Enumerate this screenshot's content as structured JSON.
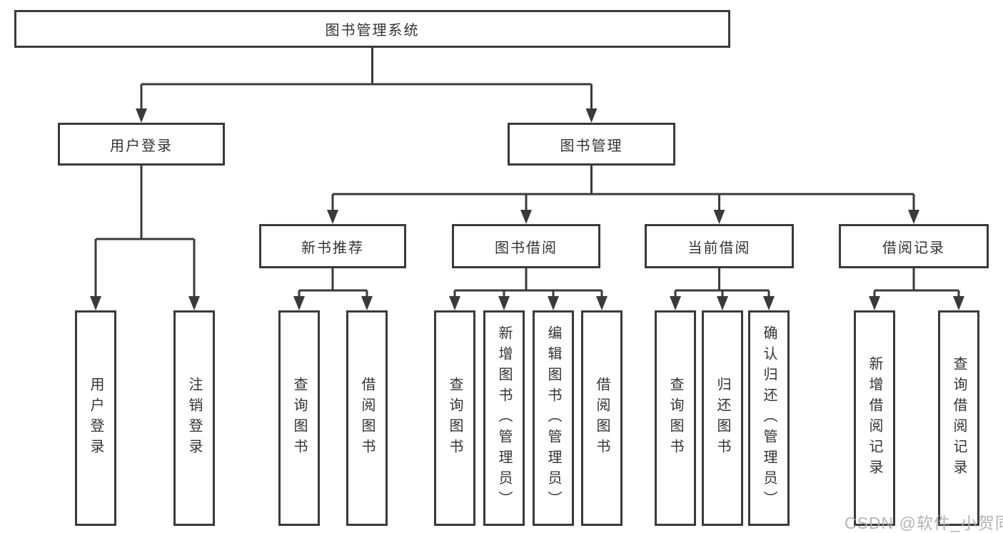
{
  "tree": {
    "label": "图书管理系统",
    "children": [
      {
        "label": "用户登录",
        "children": [
          {
            "label": "用户登录"
          },
          {
            "label": "注销登录"
          }
        ]
      },
      {
        "label": "图书管理",
        "children": [
          {
            "label": "新书推荐",
            "children": [
              {
                "label": "查询图书"
              },
              {
                "label": "借阅图书"
              }
            ]
          },
          {
            "label": "图书借阅",
            "children": [
              {
                "label": "查询图书"
              },
              {
                "label": "新增图书（管理员）"
              },
              {
                "label": "编辑图书（管理员）"
              },
              {
                "label": "借阅图书"
              }
            ]
          },
          {
            "label": "当前借阅",
            "children": [
              {
                "label": "查询图书"
              },
              {
                "label": "归还图书"
              },
              {
                "label": "确认归还（管理员）"
              }
            ]
          },
          {
            "label": "借阅记录",
            "children": [
              {
                "label": "新增借阅记录"
              },
              {
                "label": "查询借阅记录"
              }
            ]
          }
        ]
      }
    ]
  },
  "watermark": {
    "text": "CSDN @软件_小贺同学"
  },
  "colors": {
    "line": "#3a3a3a",
    "box_border": "#3a3a3a",
    "box_background": "#ffffff",
    "text": "#333333",
    "watermark": "#acacac",
    "page_background": "#ffffff"
  }
}
